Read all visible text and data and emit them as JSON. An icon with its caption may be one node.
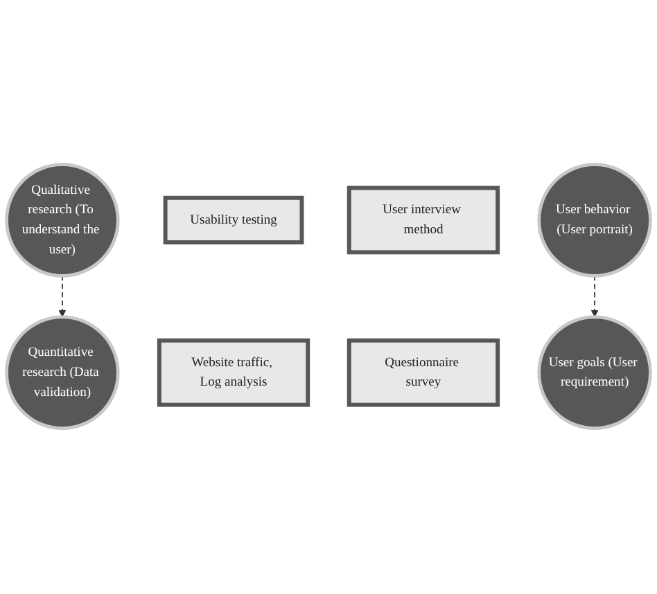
{
  "diagram": {
    "nodes": [
      {
        "text": [
          "Qualitative research (To understand the user)"
        ]
      },
      {
        "text": [
          "Usability testing"
        ]
      },
      {
        "text": [
          "User interview method"
        ]
      },
      {
        "text": [
          "User behavior (User portrait)"
        ]
      },
      {
        "text": [
          "User goals (User requirement)"
        ]
      },
      {
        "text": [
          "Website traffic, Log analysis"
        ]
      },
      {
        "text": [
          "Questionnaire survey"
        ]
      },
      {
        "text": [
          "Quantitative research (Data validation)"
        ]
      }
    ],
    "edges": [
      {
        "from": 0,
        "to": 7,
        "arrow": "to",
        "style": "dashed"
      },
      {
        "from": 3,
        "to": 4,
        "arrow": "to",
        "style": "dashed"
      }
    ]
  }
}
